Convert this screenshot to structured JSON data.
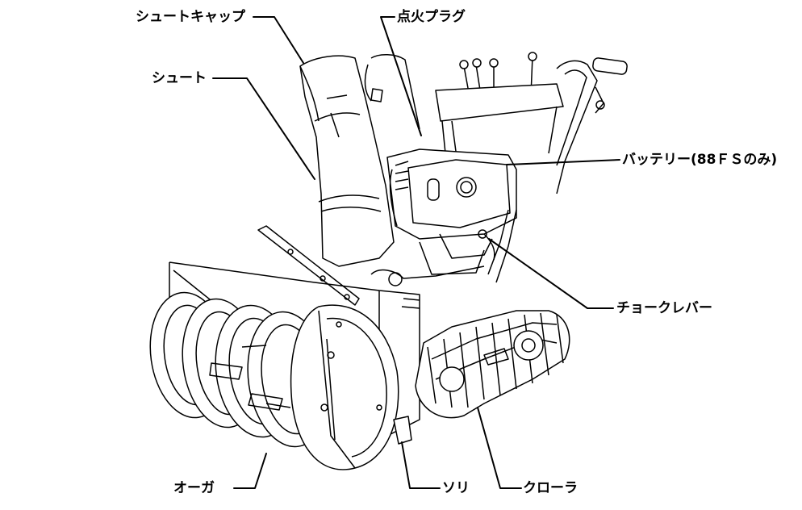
{
  "labels": {
    "chute_cap": "シュートキャップ",
    "spark_plug": "点火プラグ",
    "chute": "シュート",
    "battery": "バッテリー(88ＦＳのみ)",
    "choke_lever": "チョークレバー",
    "auger": "オーガ",
    "skid": "ソリ",
    "crawler": "クローラ"
  }
}
